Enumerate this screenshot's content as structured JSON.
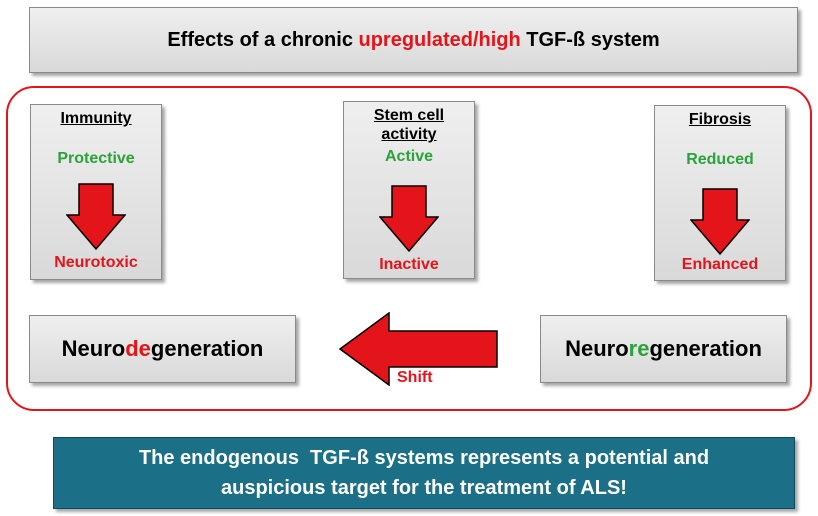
{
  "title": {
    "part1": "Effects of a chronic ",
    "highlight": "upregulated/high",
    "part2": " TGF-ß system"
  },
  "cards": [
    {
      "heading": "Immunity",
      "top": "Protective",
      "bottom": "Neurotoxic"
    },
    {
      "heading": "Stem cell activity",
      "top": "Active",
      "bottom": "Inactive"
    },
    {
      "heading": "Fibrosis",
      "top": "Reduced",
      "bottom": "Enhanced"
    }
  ],
  "left_node": {
    "prefix": "Neuro",
    "highlight": "de",
    "suffix": "generation"
  },
  "right_node": {
    "prefix": "Neuro",
    "highlight": "re",
    "suffix": "generation"
  },
  "shift_label": "Shift",
  "conclusion": {
    "line1": "The endogenous  TGF-ß systems represents a potential and",
    "line2": "auspicious target for the treatment of ALS!"
  },
  "colors": {
    "red": "#e4141b",
    "green": "#2aa33a",
    "teal": "#1b6f86"
  }
}
